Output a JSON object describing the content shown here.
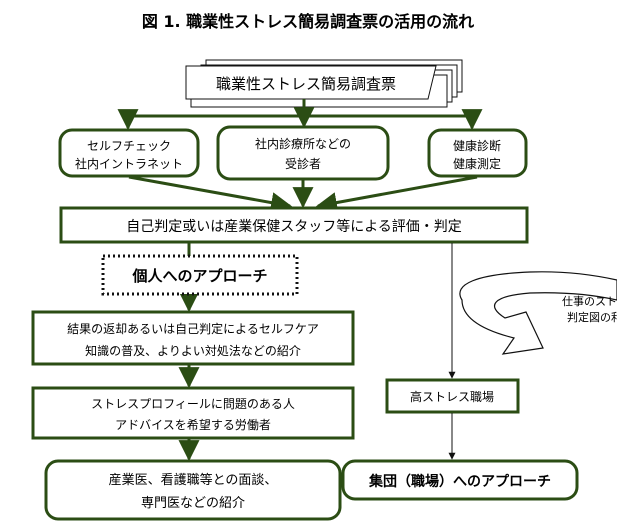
{
  "title": "図 1. 職業性ストレス簡易調査票の活用の流れ",
  "questionnaire": "職業性ストレス簡易調査票",
  "sources": {
    "self_check": [
      "セルフチェック",
      "社内イントラネット"
    ],
    "clinic": [
      "社内診療所などの",
      "受診者"
    ],
    "health": [
      "健康診断",
      "健康測定"
    ]
  },
  "evaluation": "自己判定或いは産業保健スタッフ等による評価・判定",
  "individual_approach": "個人へのアプローチ",
  "result_return": [
    "結果の返却あるいは自己判定によるセルフケア",
    "知識の普及、よりよい対処法などの紹介"
  ],
  "problem_workers": [
    "ストレスプロフィールに問題のある人",
    "アドバイスを希望する労働者"
  ],
  "interview": [
    "産業医、看護職等との面談、",
    "専門医などの紹介"
  ],
  "curved_note": [
    "仕事のストレ",
    "判定図の利"
  ],
  "high_stress_workplace": "高ストレス職場",
  "group_approach": "集団（職場）へのアプローチ",
  "colors": {
    "arrow": "#2b4d14",
    "line": "#111111"
  }
}
